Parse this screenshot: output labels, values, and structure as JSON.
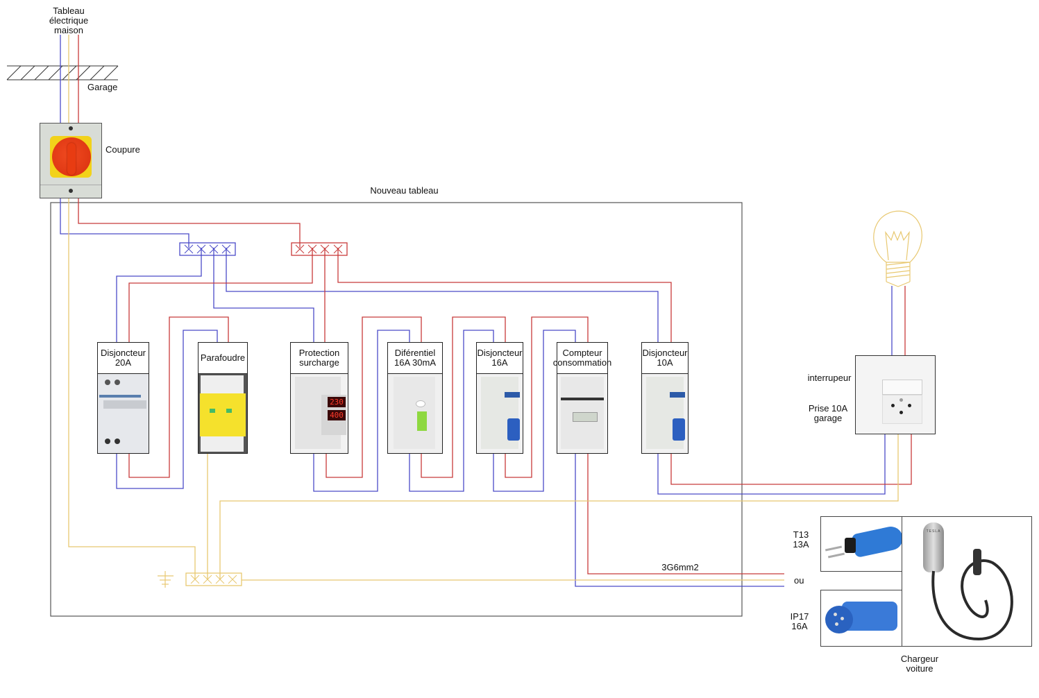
{
  "labels": {
    "house_panel": "Tableau\nélectrique\nmaison",
    "garage": "Garage",
    "cutoff": "Coupure",
    "new_panel": "Nouveau tableau",
    "switch": "interrupeur",
    "socket": "Prise 10A\ngarage",
    "cable": "3G6mm2",
    "or": "ou",
    "plug_t13": "T13\n13A",
    "plug_ip17": "IP17\n16A",
    "charger": "Chargeur\nvoiture"
  },
  "devices": [
    {
      "name": "Disjoncteur\n20A",
      "kind": "breaker-2p"
    },
    {
      "name": "Parafoudre",
      "kind": "surge-arrester"
    },
    {
      "name": "Protection\nsurcharge",
      "kind": "voltage-protector",
      "display_top": "230",
      "display_bottom": "400"
    },
    {
      "name": "Diférentiel\n16A 30mA",
      "kind": "rcd"
    },
    {
      "name": "Disjoncteur\n16A",
      "kind": "breaker-1p"
    },
    {
      "name": "Compteur\nconsommation",
      "kind": "energy-meter"
    },
    {
      "name": "Disjoncteur\n10A",
      "kind": "breaker-1p"
    }
  ],
  "charger_brand": "TESLA",
  "wire_colors": {
    "neutral": "#4a4ac8",
    "phase": "#c83a3a",
    "earth": "#e8c870",
    "outline": "#333333"
  }
}
